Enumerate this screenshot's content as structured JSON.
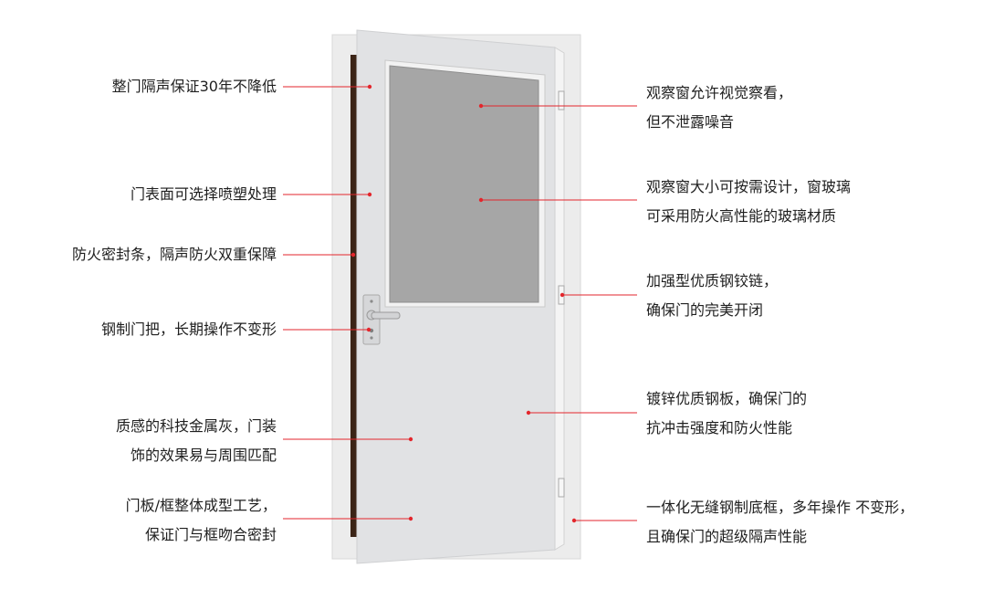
{
  "colors": {
    "leader": "#e3262c",
    "frame": "#ececec",
    "door": "#e1e2e4",
    "glass": "#a6a6a6",
    "seal": "#3b2416",
    "text": "#1f1f1f"
  },
  "callouts_left": [
    {
      "id": "sound-30y",
      "lines": [
        "整门隔声保证30年不降低"
      ]
    },
    {
      "id": "spray-finish",
      "lines": [
        "门表面可选择喷塑处理"
      ]
    },
    {
      "id": "fire-seal",
      "lines": [
        "防火密封条，隔声防火双重保障"
      ]
    },
    {
      "id": "steel-handle",
      "lines": [
        "钢制门把，长期操作不变形"
      ]
    },
    {
      "id": "metal-gray",
      "lines": [
        "质感的科技金属灰，门装",
        "饰的效果易与周围匹配"
      ]
    },
    {
      "id": "one-piece",
      "lines": [
        "门板/框整体成型工艺，",
        "保证门与框吻合密封"
      ]
    }
  ],
  "callouts_right": [
    {
      "id": "window-view",
      "lines": [
        "观察窗允许视觉察看，",
        "但不泄露噪音"
      ]
    },
    {
      "id": "window-size",
      "lines": [
        "观察窗大小可按需设计，窗玻璃",
        "可采用防火高性能的玻璃材质"
      ]
    },
    {
      "id": "hinge",
      "lines": [
        "加强型优质钢铰链，",
        "确保门的完美开闭"
      ]
    },
    {
      "id": "galvanized",
      "lines": [
        "镀锌优质钢板，确保门的",
        "抗冲击强度和防火性能"
      ]
    },
    {
      "id": "bottom-frame",
      "lines": [
        "一体化无缝钢制底框，多年操作 不变形，",
        "且确保门的超级隔声性能"
      ]
    }
  ]
}
